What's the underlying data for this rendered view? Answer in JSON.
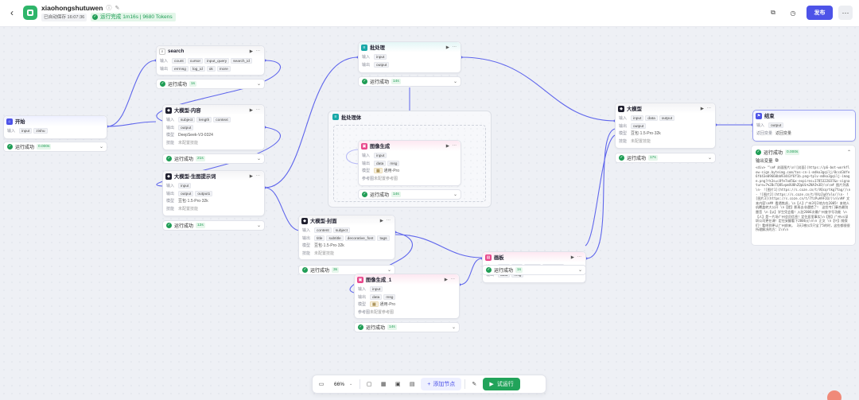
{
  "app": {
    "name": "xiaohongshutuwen",
    "saved_text": "已自动保存 16:07:36",
    "run_status": "运行完成 1m16s | 9680 Tokens",
    "publish_label": "发布"
  },
  "labels": {
    "input": "输入",
    "output": "输出",
    "model": "模型",
    "ref": "参考图",
    "skill": "技能",
    "output_var": "输出变量",
    "output_content": "返回变量"
  },
  "nodes": {
    "start": {
      "title": "开始",
      "inputs": [
        "input",
        "zishu"
      ],
      "status": "运行成功",
      "duration": "0.000s"
    },
    "search": {
      "title": "search",
      "inputs": [
        "count",
        "cursor",
        "input_query",
        "search_id"
      ],
      "outputs": [
        "errmsg",
        "log_id",
        "ok",
        "more"
      ],
      "status": "运行成功",
      "duration": "1s"
    },
    "llm_content": {
      "title": "大模型-内容",
      "inputs": [
        "subject",
        "length",
        "context"
      ],
      "outputs": [
        "output"
      ],
      "model": "DeepSeek-V3-0324",
      "skill": "未配置技能",
      "status": "运行成功",
      "duration": "21s"
    },
    "llm_prompt": {
      "title": "大模型-生图提示词",
      "inputs": [
        "input"
      ],
      "outputs": [
        "output",
        "output1"
      ],
      "model": "豆包·1.5·Pro·32k",
      "skill": "未配置技能",
      "status": "运行成功",
      "duration": "12s"
    },
    "batch": {
      "title": "批处理",
      "inputs": [
        "input"
      ],
      "outputs": [
        "output"
      ],
      "status": "运行成功",
      "duration": "14s"
    },
    "batch_body": {
      "title": "批处理体"
    },
    "image_gen": {
      "title": "图像生成",
      "inputs": [
        "input"
      ],
      "outputs": [
        "data",
        "msg"
      ],
      "model": "通用-Pro",
      "ref": "未配置参考图",
      "status": "运行成功",
      "duration": "14s"
    },
    "llm_cover": {
      "title": "大模型-封面",
      "inputs": [
        "content",
        "subject"
      ],
      "outputs": [
        "title",
        "subtitle",
        "decorative_font",
        "tags"
      ],
      "model": "豆包·1.5·Pro·32k",
      "skill": "未配置技能",
      "status": "运行成功",
      "duration": "3s"
    },
    "image_gen1": {
      "title": "图像生成_1",
      "inputs": [
        "input"
      ],
      "outputs": [
        "data",
        "msg"
      ],
      "model": "通用-Pro",
      "ref": "未配置参考图",
      "status": "运行成功",
      "duration": "14s"
    },
    "canvas": {
      "title": "画板",
      "inputs": [
        "data",
        "title",
        "subtitle",
        "decorati..."
      ],
      "outputs": [
        "data",
        "msg"
      ],
      "status": "运行成功",
      "duration": "1s"
    },
    "llm_main": {
      "title": "大模型",
      "inputs": [
        "input",
        "data",
        "output"
      ],
      "outputs": [
        "output"
      ],
      "model": "豆包·1.5·Pro·32k",
      "skill": "未配置技能",
      "status": "运行成功",
      "duration": "17s"
    },
    "end": {
      "title": "结束",
      "inputs": [
        "output"
      ],
      "output_value": "返回变量",
      "status": "运行成功",
      "duration": "0.000s",
      "output_text": "<div> \"\\n# 封面图片\\n![封面](https://p6-bot-workflow-sign.byteimg.com/tos-cn-i-mdko3gqilj/8ccd3dfe6fd43e09660bb93443f6f1b.png~tplv-mdko3gqilj-image.png?rk3s=c8fe7ad5&x-expires=1785322037&x-signature=7%2BcTQ8SvpmXU8hZQpUL%2NAI%3D)\\n\\n# 图片列表\\n- ![图片1](https://s.coze.cn/t/VQcqrtkg7Yag/)\\n- ![图片2](https://s.coze.cn/t/VXzZq4Yxlo/)\\n- ![图片3](https://s.coze.cn/t/7YzPuA9FIO/)\\n\\n## 文本内容\\n## 看透焦虑，\\n【人】广州3号2地方在2005！本地人机覆盖转大公开 \\n【提】影再去非遇错了！ 这些专门事合最别雷音 \\n【从】学生凭会看！入驻2006次最广州查字号功能 \\n【人】是一片场广州会员信息！定住居里事实\\n【智】广州vs深圳公司更在课！定住安翻看下2006元\\n\\n 正文 \\n【兴】随保们！看吧到更认广州前来。 3天3夜公5只宝了5的时，这些都很很所理解决的方：1\\n\\n"
    }
  },
  "toolbar": {
    "zoom": "66%",
    "add_node_label": "添加节点",
    "test_run_label": "试运行"
  }
}
